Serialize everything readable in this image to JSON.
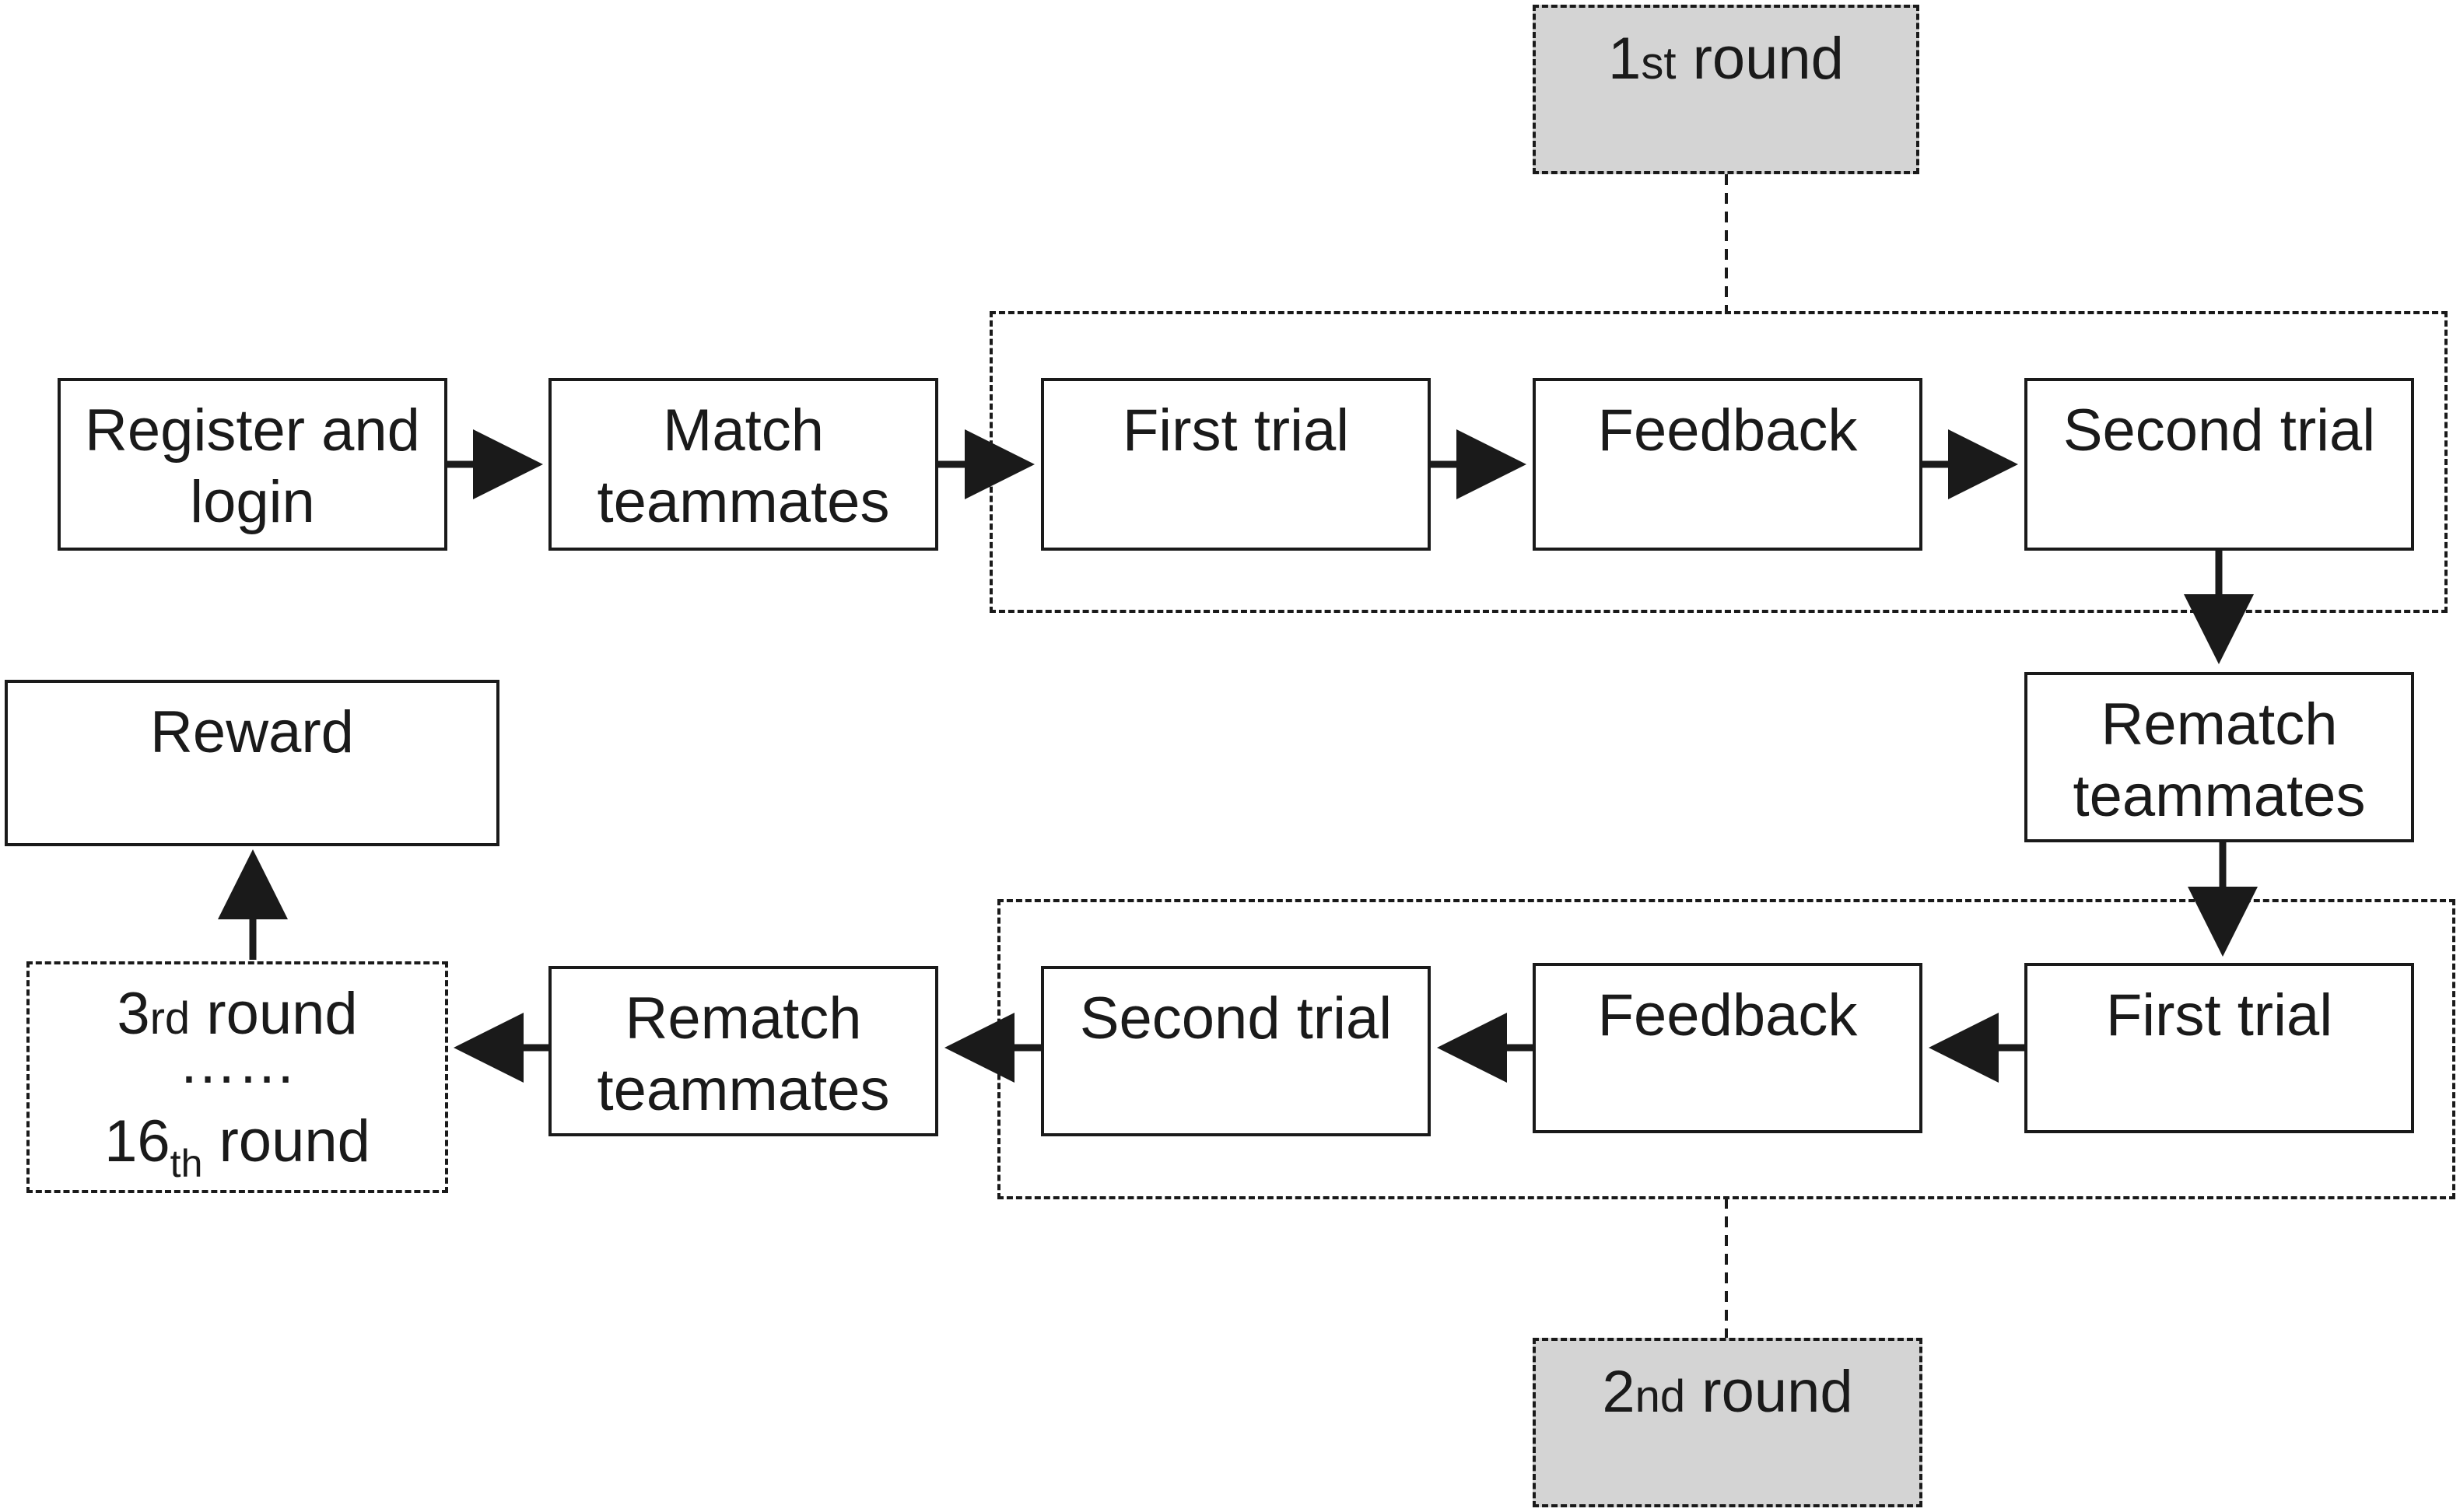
{
  "boxes": {
    "register": [
      "Register and",
      "login"
    ],
    "match": [
      "Match",
      "teammates"
    ],
    "r1_first": [
      "First trial"
    ],
    "r1_feedback": [
      "Feedback"
    ],
    "r1_second": [
      "Second trial"
    ],
    "rematch_mid": [
      "Rematch",
      "teammates"
    ],
    "r2_first": [
      "First trial"
    ],
    "r2_feedback": [
      "Feedback"
    ],
    "r2_second": [
      "Second trial"
    ],
    "rematch_left": [
      "Rematch",
      "teammates"
    ],
    "reward": [
      "Reward"
    ]
  },
  "round_labels": {
    "round1": {
      "number": "1",
      "suffix": "st",
      "word": " round"
    },
    "round2": {
      "number": "2",
      "suffix": "nd",
      "word": " round"
    }
  },
  "later_rounds": {
    "start": {
      "number": "3",
      "suffix": "rd",
      "word": " round"
    },
    "ellipsis": "……",
    "end": {
      "number": "16",
      "suffix": "th",
      "word": " round"
    }
  },
  "colors": {
    "stroke": "#1a1a1a",
    "label_fill": "#d4d4d4"
  }
}
